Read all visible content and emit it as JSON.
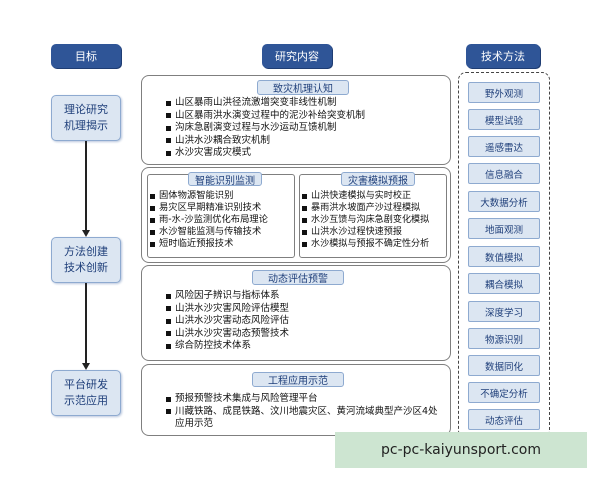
{
  "headers": {
    "goal": "目标",
    "research": "研究内容",
    "tech": "技术方法"
  },
  "goals": [
    {
      "line1": "理论研究",
      "line2": "机理揭示"
    },
    {
      "line1": "方法创建",
      "line2": "技术创新"
    },
    {
      "line1": "平台研发",
      "line2": "示范应用"
    }
  ],
  "sections": {
    "mechanism": {
      "title": "致灾机理认知",
      "items": [
        "山区暴雨山洪径流激增突变非线性机制",
        "山区暴雨洪水演变过程中的泥沙补给突变机制",
        "沟床急剧演变过程与水沙运动互馈机制",
        "山洪水沙耦合致灾机制",
        "水沙灾害成灾模式"
      ]
    },
    "monitoring": {
      "title": "智能识别监测",
      "items": [
        "固体物源智能识别",
        "易灾区早期精准识别技术",
        "雨-水-沙监测优化布局理论",
        "水沙智能监测与传输技术",
        "短时临近预报技术"
      ]
    },
    "simulation": {
      "title": "灾害模拟预报",
      "items": [
        "山洪快速模拟与实时校正",
        "暴雨洪水坡面产沙过程模拟",
        "水沙互馈与沟床急剧变化模拟",
        "山洪水沙过程快速预报",
        "水沙模拟与预报不确定性分析"
      ]
    },
    "assessment": {
      "title": "动态评估预警",
      "items": [
        "风险因子辨识与指标体系",
        "山洪水沙灾害风险评估模型",
        "山洪水沙灾害动态风险评估",
        "山洪水沙灾害动态预警技术",
        "综合防控技术体系"
      ]
    },
    "application": {
      "title": "工程应用示范",
      "items": [
        "预报预警技术集成与风险管理平台",
        "川藏铁路、成昆铁路、汶川地震灾区、黄河流域典型产沙区4处应用示范"
      ]
    }
  },
  "techniques": [
    "野外观测",
    "模型试验",
    "遥感雷达",
    "信息融合",
    "大数据分析",
    "地面观测",
    "数值模拟",
    "耦合模拟",
    "深度学习",
    "物源识别",
    "数据同化",
    "不确定分析",
    "动态评估"
  ],
  "watermark": "pc-pc-kaiyunsport.com"
}
